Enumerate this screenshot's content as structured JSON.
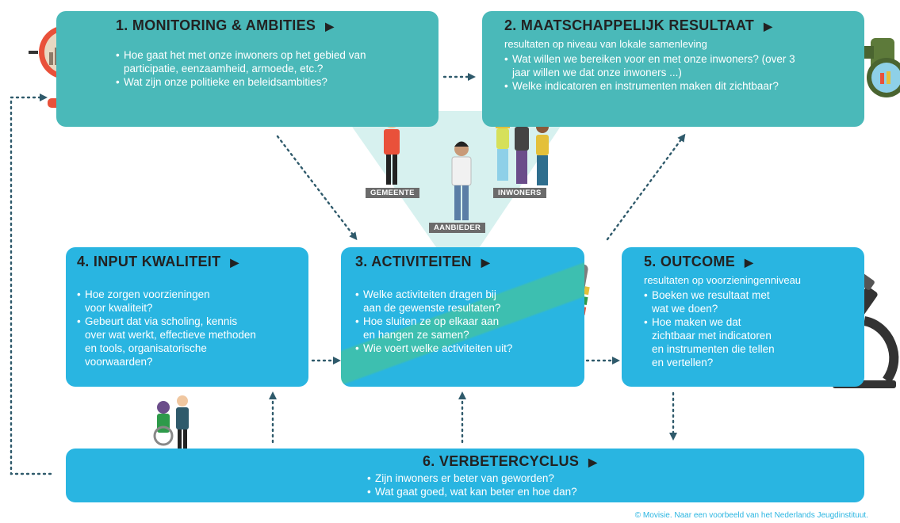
{
  "boxes": {
    "monitoring": {
      "title": "1. MONITORING & AMBITIES",
      "items": [
        "Hoe gaat het met onze inwoners op het gebied van participatie, eenzaamheid, armoede, etc.?",
        "Wat zijn onze politieke en beleidsambities?"
      ]
    },
    "resultaat": {
      "title": "2. MAATSCHAPPELIJK RESULTAAT",
      "subtitle": "resultaten op niveau van lokale samenleving",
      "items": [
        "Wat willen we bereiken voor en met onze inwoners? (over 3 jaar willen we dat onze inwoners ...)",
        "Welke indicatoren en instrumenten maken dit zichtbaar?"
      ]
    },
    "activiteiten": {
      "title": "3. ACTIVITEITEN",
      "items": [
        "Welke activiteiten dragen bij aan de gewenste resultaten?",
        "Hoe sluiten ze op elkaar aan en hangen ze samen?",
        "Wie voert welke activiteiten uit?"
      ]
    },
    "input": {
      "title": "4. INPUT KWALITEIT",
      "items": [
        "Hoe zorgen voorzieningen voor kwaliteit?",
        "Gebeurt dat via scholing, kennis over wat werkt, effectieve methoden en tools, organisatorische voorwaarden?"
      ]
    },
    "outcome": {
      "title": "5. OUTCOME",
      "subtitle": "resultaten op voorzieningenniveau",
      "items": [
        "Boeken we resultaat met wat we doen?",
        "Hoe maken we dat zichtbaar met indicatoren en instrumenten die tellen en vertellen?"
      ]
    },
    "verbetercyclus": {
      "title": "6. VERBETERCYCLUS",
      "items": [
        "Zijn inwoners er beter van geworden?",
        "Wat gaat goed, wat kan beter en hoe dan?"
      ]
    }
  },
  "actors": {
    "gemeente": "GEMEENTE",
    "inwoners": "INWONERS",
    "aanbieder": "AANBIEDER"
  },
  "arrow_glyph": "▶",
  "credit": "© Movisie. Naar een voorbeeld van het Nederlands Jeugdinstituut.",
  "colors": {
    "teal": "#4ab9b9",
    "blue": "#29b5e1",
    "arrow_dots": "#2f5a6b",
    "label_bg": "#6b6b6b"
  }
}
